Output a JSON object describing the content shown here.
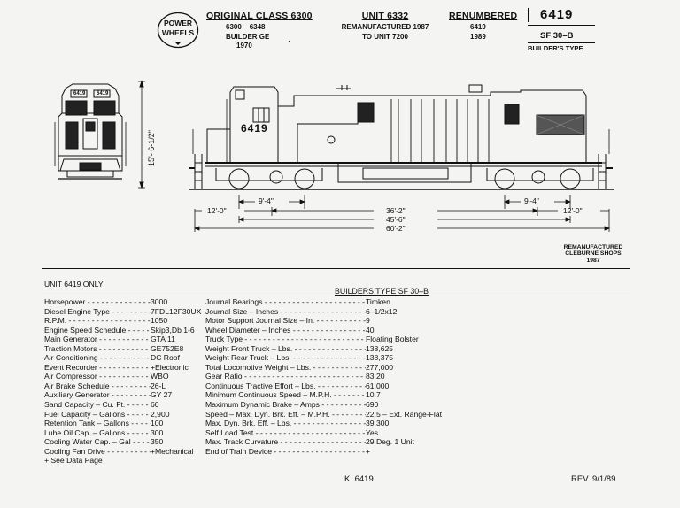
{
  "logo": {
    "line1": "POWER",
    "line2": "WHEELS"
  },
  "header": {
    "original_class": {
      "title": "ORIGINAL CLASS 6300",
      "lines": [
        "6300 – 6348",
        "BUILDER GE",
        "1970"
      ]
    },
    "unit": {
      "title": "UNIT 6332",
      "lines": [
        "REMANUFACTURED 1987",
        "TO UNIT 7200"
      ]
    },
    "renumbered": {
      "title": "RENUMBERED",
      "lines": [
        "6419",
        "1989"
      ]
    },
    "number": "6419",
    "builders_type_value": "SF 30–B",
    "builders_type_label": "BUILDER'S TYPE"
  },
  "drawing": {
    "loco_number": "6419",
    "front_number_left": "6419",
    "front_number_right": "6419",
    "height_dim": "15'- 6-1/2\"",
    "dim_truck_left": "9'-4\"",
    "dim_truck_right": "9'-4\"",
    "dim_overhang_left": "12'-0\"",
    "dim_overhang_right": "12'-0\"",
    "dim_truck_centers": "36'-2\"",
    "dim_wheelbase": "45'-6\"",
    "dim_overall": "60'-2\""
  },
  "reman_note": [
    "REMANUFACTURED",
    "CLEBURNE SHOPS",
    "1987"
  ],
  "unit_only": "UNIT 6419  ONLY",
  "builders_type_heading": "BUILDERS TYPE  SF 30–B",
  "specs_left": [
    {
      "label": "Horsepower",
      "value": "3000"
    },
    {
      "label": "Diesel Engine Type",
      "value": "7FDL12F30UX"
    },
    {
      "label": "R.P.M.",
      "value": "1050"
    },
    {
      "label": "Engine Speed Schedule",
      "value": "Skip3,Db 1-6"
    },
    {
      "label": "Main Generator",
      "value": "GTA 11"
    },
    {
      "label": "Traction Motors",
      "value": "GE752E8"
    },
    {
      "label": "Air Conditioning",
      "value": "DC Roof"
    },
    {
      "label": "Event Recorder",
      "value": "+Electronic"
    },
    {
      "label": "Air Compressor",
      "value": "WBO"
    },
    {
      "label": "Air Brake Schedule",
      "value": "26-L"
    },
    {
      "label": "Auxiliary Generator",
      "value": "GY 27"
    },
    {
      "label": "Sand Capacity – Cu. Ft.",
      "value": "60"
    },
    {
      "label": "Fuel Capacity – Gallons",
      "value": "2,900"
    },
    {
      "label": "Retention Tank – Gallons",
      "value": "100"
    },
    {
      "label": "Lube Oil Cap. – Gallons",
      "value": "300"
    },
    {
      "label": "Cooling Water Cap. – Gal",
      "value": "350"
    },
    {
      "label": "Cooling Fan Drive",
      "value": "+Mechanical"
    }
  ],
  "see_data_page": "+ See Data Page",
  "specs_right": [
    {
      "label": "Journal Bearings",
      "value": "Timken"
    },
    {
      "label": "Journal Size – Inches",
      "value": "6–1/2x12"
    },
    {
      "label": "Motor Support Journal Size – In.",
      "value": "9"
    },
    {
      "label": "Wheel Diameter – Inches",
      "value": "40"
    },
    {
      "label": "Truck Type",
      "value": "Floating Bolster"
    },
    {
      "label": "Weight Front Truck – Lbs.",
      "value": "138,625"
    },
    {
      "label": "Weight Rear Truck – Lbs.",
      "value": "138,375"
    },
    {
      "label": "Total Locomotive Weight – Lbs.",
      "value": "277,000"
    },
    {
      "label": "Gear Ratio",
      "value": "83:20"
    },
    {
      "label": "Continuous Tractive Effort – Lbs.",
      "value": "61,000"
    },
    {
      "label": "Minimum Continuous Speed – M.P.H.",
      "value": "10.7"
    },
    {
      "label": "Maximum Dynamic Brake – Amps",
      "value": "690"
    },
    {
      "label": "Speed – Max. Dyn. Brk. Eff. – M.P.H.",
      "value": "22.5 – Ext. Range-Flat"
    },
    {
      "label": "Max. Dyn. Brk. Eff. – Lbs.",
      "value": "39,300"
    },
    {
      "label": "Self Load Test",
      "value": "Yes"
    },
    {
      "label": "Max. Track Curvature",
      "value": "29 Deg. 1 Unit"
    },
    {
      "label": "End of Train Device",
      "value": "+"
    }
  ],
  "footer": {
    "code": "K. 6419",
    "rev": "REV. 9/1/89"
  }
}
